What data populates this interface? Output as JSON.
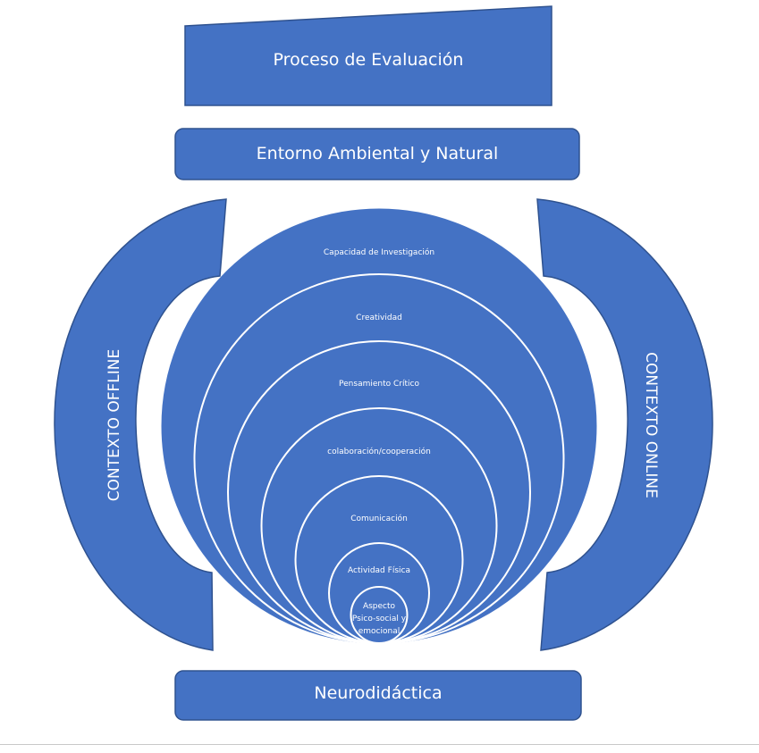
{
  "colors": {
    "fill": "#4472c4",
    "stroke": "#2f528f",
    "ring_line": "#ffffff",
    "text": "#ffffff"
  },
  "top_shape": {
    "label": "Proceso de Evaluación"
  },
  "environment_box": {
    "label": "Entorno Ambiental y Natural"
  },
  "left_arc": {
    "label": "CONTEXTO  OFFLINE"
  },
  "right_arc": {
    "label": "CONTEXTO  ONLINE"
  },
  "bottom_box": {
    "label": "Neurodidáctica"
  },
  "rings": [
    {
      "label": "Capacidad de Investigación"
    },
    {
      "label": "Creatividad"
    },
    {
      "label": "Pensamiento Crítico"
    },
    {
      "label": "colaboración/cooperación"
    },
    {
      "label": "Comunicación"
    },
    {
      "label": "Actividad Física"
    },
    {
      "label": "Aspecto",
      "label2": "Psico-social y",
      "label3": "emocional"
    }
  ]
}
